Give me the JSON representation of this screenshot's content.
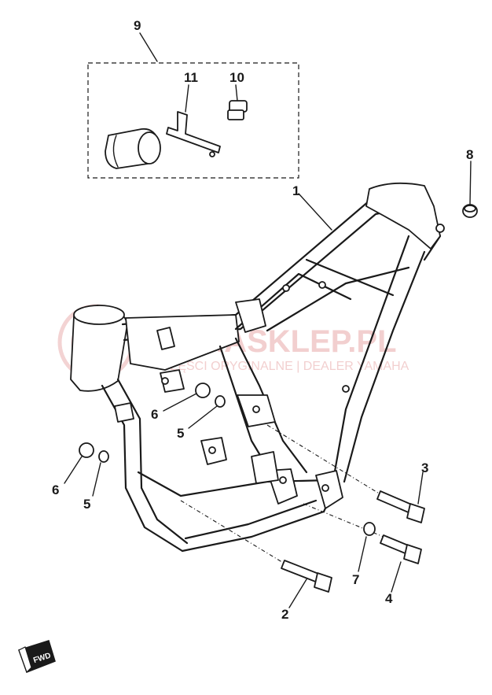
{
  "callouts": [
    {
      "id": "c9",
      "label": "9"
    },
    {
      "id": "c11",
      "label": "11"
    },
    {
      "id": "c10",
      "label": "10"
    },
    {
      "id": "c8",
      "label": "8"
    },
    {
      "id": "c1",
      "label": "1"
    },
    {
      "id": "c6a",
      "label": "6"
    },
    {
      "id": "c5a",
      "label": "5"
    },
    {
      "id": "c6b",
      "label": "6"
    },
    {
      "id": "c5b",
      "label": "5"
    },
    {
      "id": "c3",
      "label": "3"
    },
    {
      "id": "c7",
      "label": "7"
    },
    {
      "id": "c4",
      "label": "4"
    },
    {
      "id": "c2",
      "label": "2"
    }
  ],
  "watermark": {
    "brand": "YAMASKLEP.PL",
    "tagline": "CZĘŚCI ORYGINALNE | DEALER YAMAHA",
    "color": "#e8a8a8"
  },
  "direction_marker": {
    "label": "FWD",
    "icon": "front-arrow-icon"
  }
}
